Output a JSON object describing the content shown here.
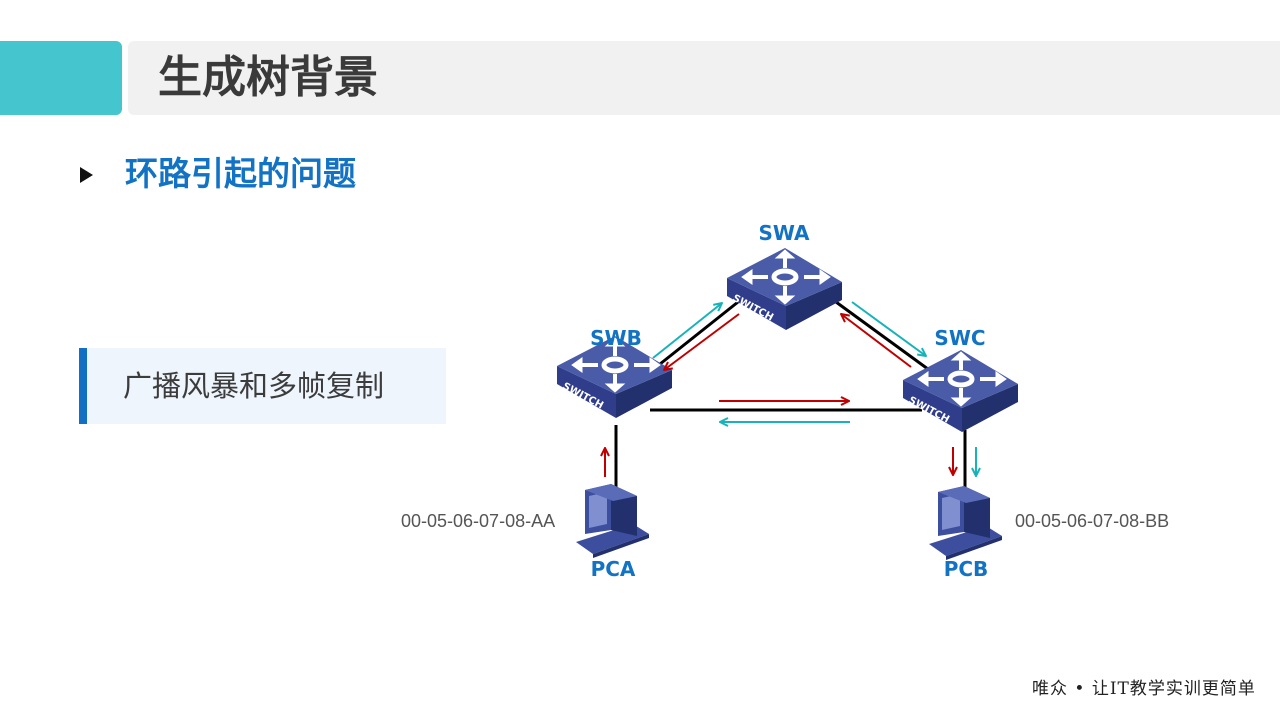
{
  "header": {
    "title": "生成树背景"
  },
  "section": {
    "heading": "环路引起的问题"
  },
  "callout": {
    "text": "广播风暴和多帧复制"
  },
  "diagram": {
    "switches": [
      {
        "label": "SWA",
        "device_text": "SWITCH"
      },
      {
        "label": "SWB",
        "device_text": "SWITCH"
      },
      {
        "label": "SWC",
        "device_text": "SWITCH"
      }
    ],
    "hosts": [
      {
        "label": "PCA",
        "mac": "00-05-06-07-08-AA"
      },
      {
        "label": "PCB",
        "mac": "00-05-06-07-08-BB"
      }
    ],
    "colors": {
      "device": "#3d4e9e",
      "label": "#1272c4",
      "arrow_red": "#c00000",
      "arrow_teal": "#17b3b8",
      "link": "#000000"
    }
  },
  "footer": {
    "slogan": "唯众 • 让IT教学实训更简单"
  },
  "colors": {
    "accent": "#45c6cf",
    "title_bar": "#f1f1f1",
    "heading": "#1272c4"
  }
}
